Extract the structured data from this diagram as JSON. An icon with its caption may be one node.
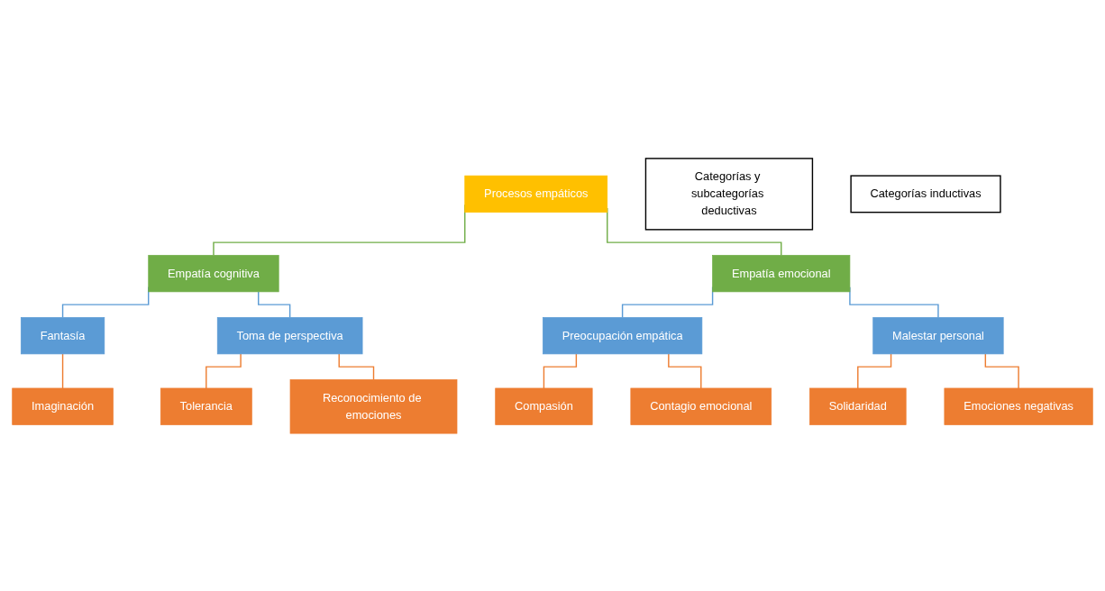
{
  "diagram": {
    "nodes": [
      {
        "text": [
          "Procesos empáticos"
        ]
      },
      {
        "text": [
          "Empatía cognitiva"
        ]
      },
      {
        "text": [
          "Empatía emocional"
        ]
      },
      {
        "text": [
          "Fantasía"
        ]
      },
      {
        "text": [
          "Toma de perspectiva"
        ]
      },
      {
        "text": [
          "Preocupación empática"
        ]
      },
      {
        "text": [
          "Malestar personal"
        ]
      },
      {
        "text": [
          "Imaginación"
        ]
      },
      {
        "text": [
          "Tolerancia"
        ]
      },
      {
        "text": [
          "Reconocimiento de emociones"
        ]
      },
      {
        "text": [
          "Compasión"
        ]
      },
      {
        "text": [
          "Contagio emocional"
        ]
      },
      {
        "text": [
          "Solidaridad"
        ]
      },
      {
        "text": [
          "Emociones negativas"
        ]
      },
      {
        "text": [
          "Categorías y subcategorías deductivas"
        ]
      },
      {
        "text": [
          "Categorías inductivas"
        ]
      }
    ],
    "edges": [
      {
        "from": 0,
        "to": 1,
        "arrow": "none",
        "color": "#70ad47"
      },
      {
        "from": 0,
        "to": 2,
        "arrow": "none",
        "color": "#70ad47"
      },
      {
        "from": 1,
        "to": 3,
        "arrow": "none",
        "color": "#5b9bd5"
      },
      {
        "from": 1,
        "to": 4,
        "arrow": "none",
        "color": "#5b9bd5"
      },
      {
        "from": 2,
        "to": 5,
        "arrow": "none",
        "color": "#5b9bd5"
      },
      {
        "from": 2,
        "to": 6,
        "arrow": "none",
        "color": "#5b9bd5"
      },
      {
        "from": 3,
        "to": 7,
        "arrow": "none"
      },
      {
        "from": 4,
        "to": 8,
        "arrow": "none"
      },
      {
        "from": 4,
        "to": 9,
        "arrow": "none"
      },
      {
        "from": 5,
        "to": 10,
        "arrow": "none"
      },
      {
        "from": 5,
        "to": 11,
        "arrow": "none"
      },
      {
        "from": 6,
        "to": 12,
        "arrow": "none"
      },
      {
        "from": 6,
        "to": 13,
        "arrow": "none"
      }
    ]
  }
}
